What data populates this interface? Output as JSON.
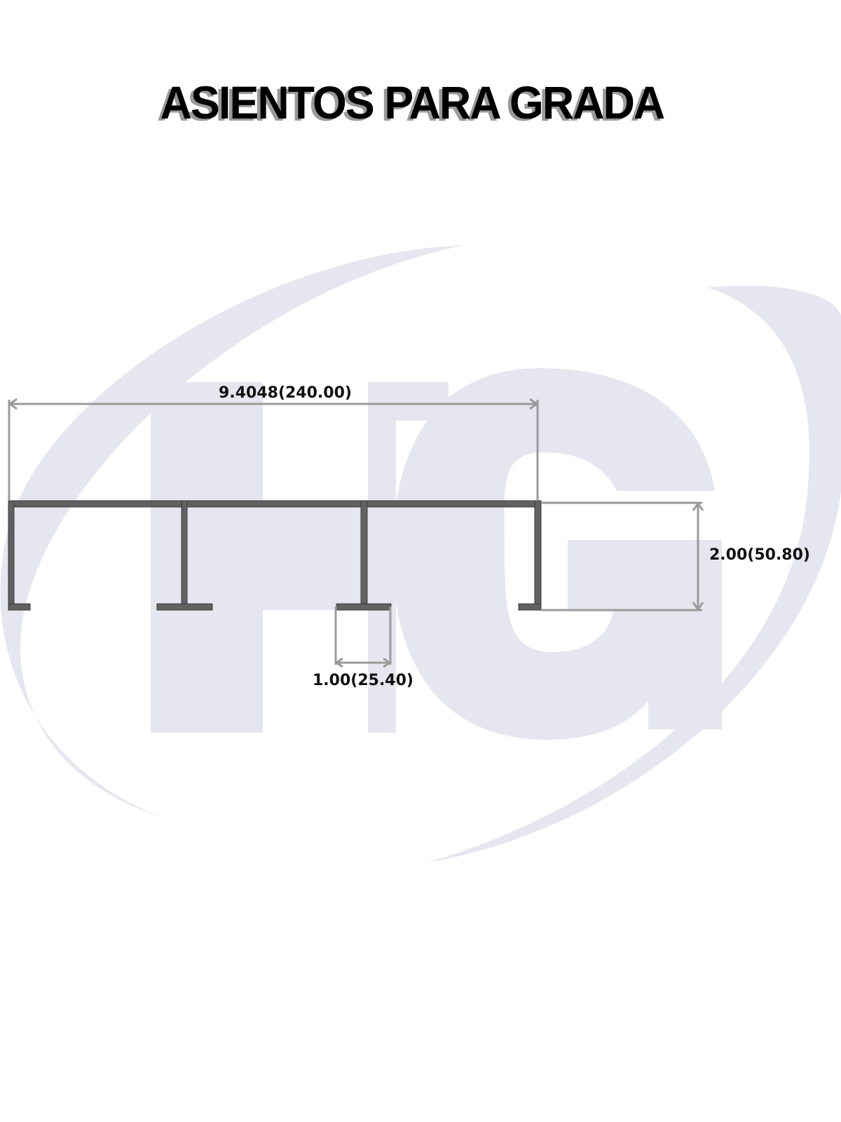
{
  "title": "ASIENTOS PARA GRADA",
  "watermark": {
    "letters": "HG",
    "color": "#e6e6f1"
  },
  "dimensions": {
    "overall_width": "9.4048(240.00)",
    "height": "2.00(50.80)",
    "foot_width": "1.00(25.40)"
  },
  "colors": {
    "profile": "#616161",
    "dimension_line": "#9b9b9b"
  }
}
